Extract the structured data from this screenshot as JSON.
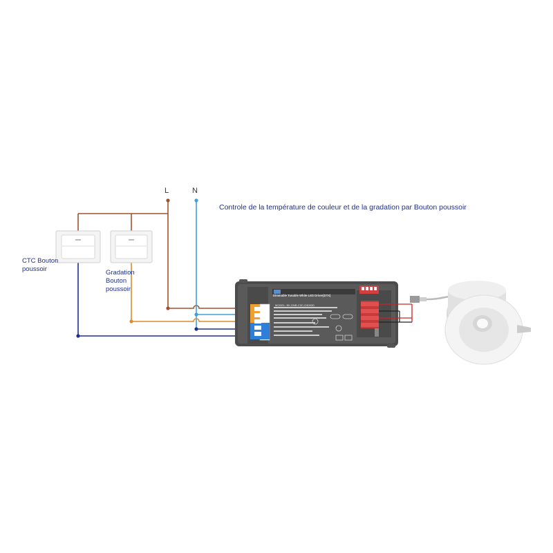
{
  "title": "Controle de la température de couleur et de la gradation par Bouton poussoir",
  "terminals": {
    "L": "L",
    "N": "N"
  },
  "switches": [
    {
      "label_lines": [
        "CTC Bouton",
        "poussoir"
      ]
    },
    {
      "label_lines": [
        "Gradation",
        "Bouton",
        "poussoir"
      ]
    }
  ],
  "driver": {
    "title": "Dimmable Tunable White LED Driver(DTX)",
    "model": "MODEL: BK-DNB-C3C-D3000D"
  },
  "colors": {
    "live_wire": "#a0522d",
    "neutral_wire": "#3ea0e0",
    "switched_wire": "#e08a2a",
    "common_wire": "#1f2f8a",
    "driver_body": "#555555",
    "fixture": "#f2f2f2",
    "label_text": "#1f2f8a"
  }
}
